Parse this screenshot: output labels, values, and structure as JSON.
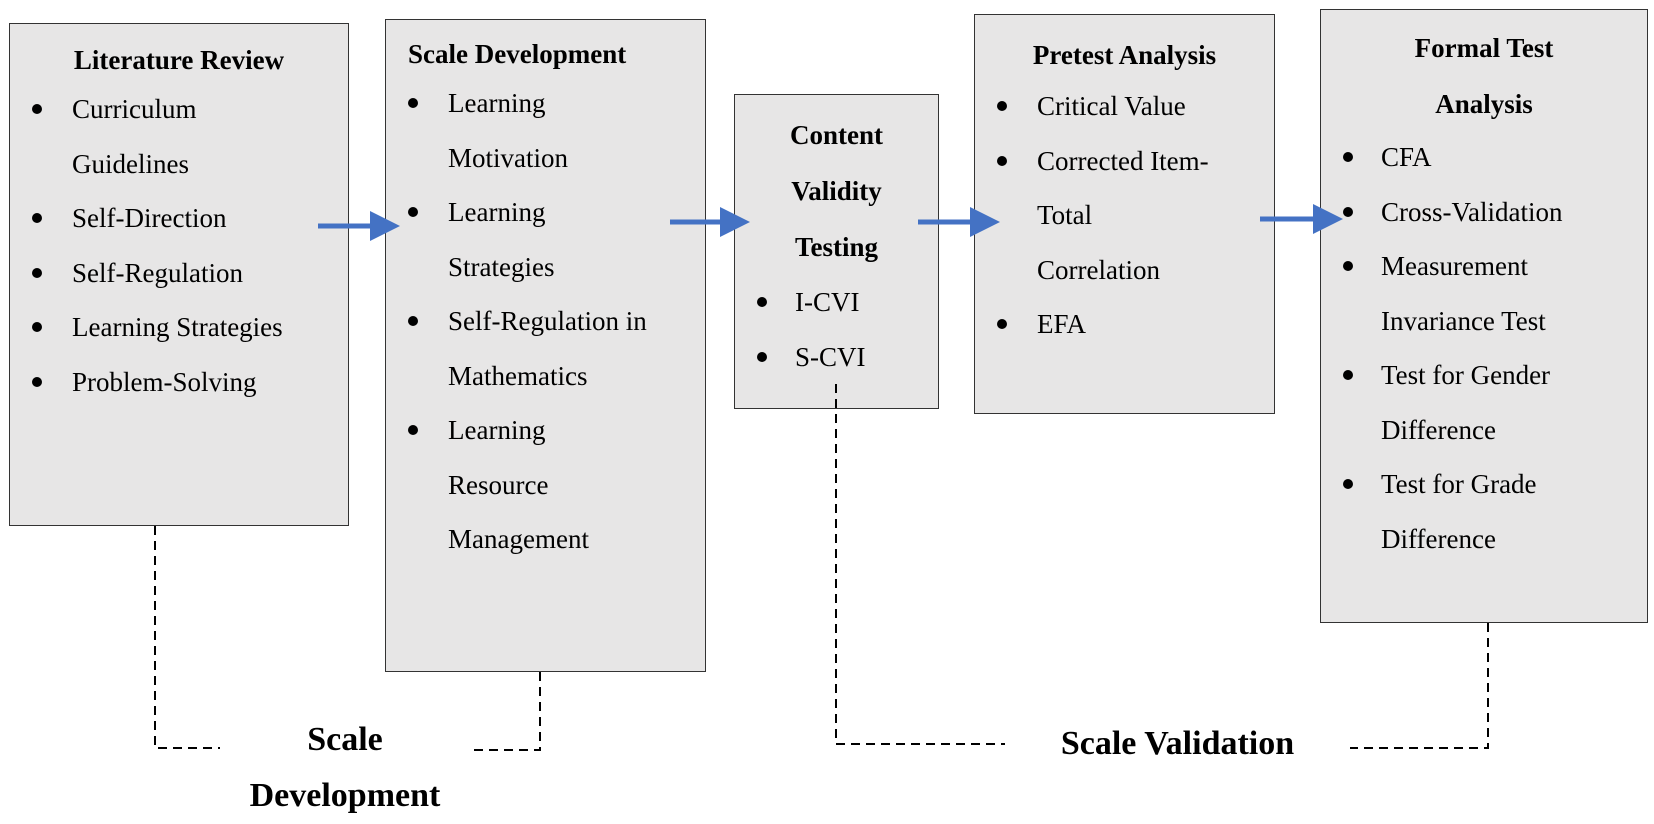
{
  "boxes": [
    {
      "title": [
        "Literature Review"
      ],
      "items": [
        [
          "Curriculum",
          "Guidelines"
        ],
        [
          "Self-Direction"
        ],
        [
          "Self-Regulation"
        ],
        [
          "Learning Strategies"
        ],
        [
          "Problem-Solving"
        ]
      ]
    },
    {
      "title": [
        "Scale Development"
      ],
      "items": [
        [
          "Learning",
          "Motivation"
        ],
        [
          "Learning",
          "Strategies"
        ],
        [
          "Self-Regulation in",
          "Mathematics"
        ],
        [
          "Learning",
          "Resource",
          "Management"
        ]
      ]
    },
    {
      "title": [
        "Content",
        "Validity",
        "Testing"
      ],
      "items": [
        [
          "I-CVI"
        ],
        [
          "S-CVI"
        ]
      ]
    },
    {
      "title": [
        "Pretest Analysis"
      ],
      "items": [
        [
          "Critical Value"
        ],
        [
          "Corrected Item-",
          "Total",
          "Correlation"
        ],
        [
          "EFA"
        ]
      ]
    },
    {
      "title": [
        "Formal Test",
        "Analysis"
      ],
      "items": [
        [
          "CFA"
        ],
        [
          "Cross-Validation"
        ],
        [
          "Measurement",
          "Invariance Test"
        ],
        [
          "Test for Gender",
          "Difference"
        ],
        [
          "Test for Grade",
          "Difference"
        ]
      ]
    }
  ],
  "stages": [
    {
      "label": [
        "Scale",
        "Development"
      ]
    },
    {
      "label": [
        "Scale Validation"
      ]
    }
  ],
  "colors": {
    "box_fill": "#e7e6e6",
    "box_border": "#333333",
    "arrow": "#4472c4",
    "bracket": "#000000"
  }
}
